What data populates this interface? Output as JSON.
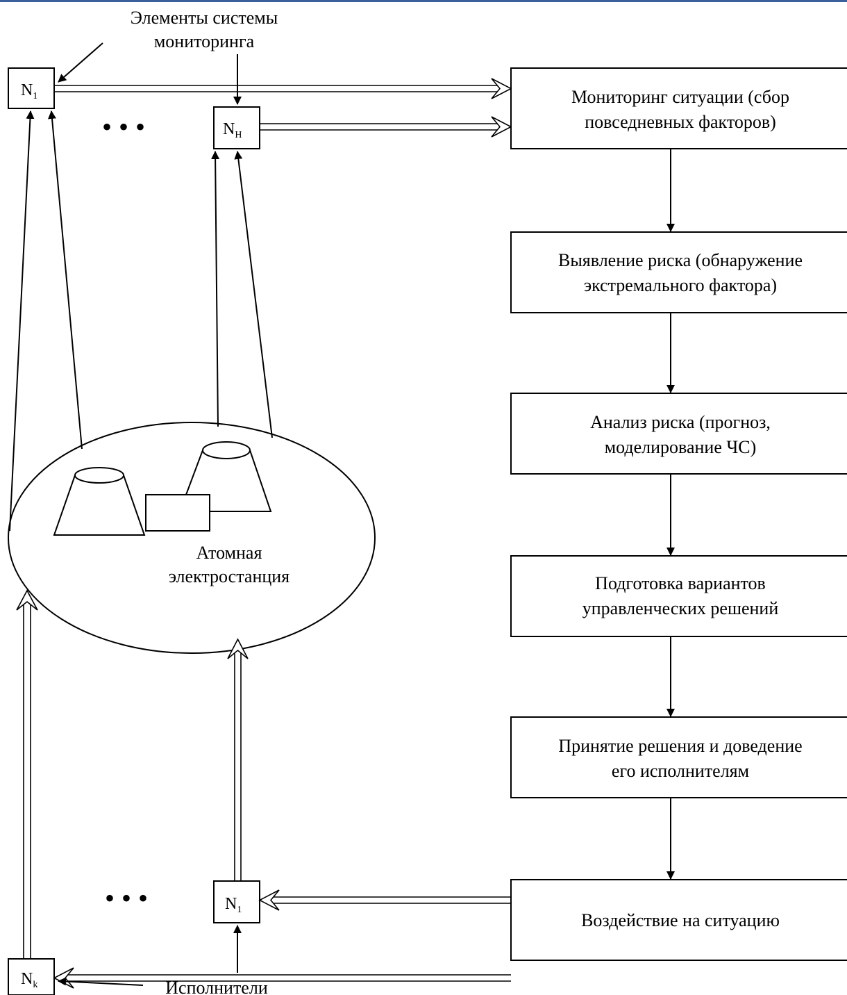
{
  "labels": {
    "monitoring_elements_line1": "Элементы системы",
    "monitoring_elements_line2": "мониторинга",
    "npp_line1": "Атомная",
    "npp_line2": "электростанция",
    "executors": "Исполнители",
    "ellipsis": "• • •"
  },
  "nodes": {
    "n1_top": {
      "main": "N",
      "sub": "1"
    },
    "nh_top": {
      "main": "N",
      "sub": "H"
    },
    "n1_bottom": {
      "main": "N",
      "sub": "1"
    },
    "nk_bottom": {
      "main": "N",
      "sub": "k"
    }
  },
  "process_steps": [
    {
      "line1": "Мониторинг ситуации (сбор",
      "line2": "повседневных факторов)"
    },
    {
      "line1": "Выявление риска (обнаружение",
      "line2": "экстремального фактора)"
    },
    {
      "line1": "Анализ риска (прогноз,",
      "line2": "моделирование ЧС)"
    },
    {
      "line1": "Подготовка вариантов",
      "line2": "управленческих решений"
    },
    {
      "line1": "Принятие решения и доведение",
      "line2": "его исполнителям"
    },
    {
      "line1": "Воздействие на ситуацию",
      "line2": ""
    }
  ],
  "colors": {
    "top_border": "#3a5f9a",
    "stroke": "#000000",
    "background": "#ffffff"
  }
}
